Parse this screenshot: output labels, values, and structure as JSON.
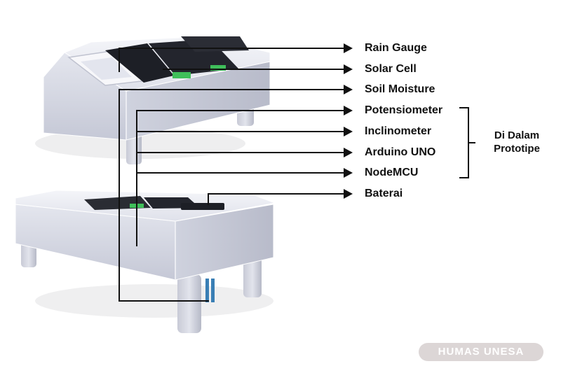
{
  "labels": {
    "rain_gauge": "Rain Gauge",
    "solar_cell": "Solar Cell",
    "soil_moisture": "Soil Moisture",
    "potensiometer": "Potensiometer",
    "inclinometer": "Inclinometer",
    "arduino_uno": "Arduino UNO",
    "nodemcu": "NodeMCU",
    "baterai": "Baterai"
  },
  "group": {
    "line1": "Di Dalam",
    "line2": "Prototipe"
  },
  "watermark": "HUMAS UNESA",
  "colors": {
    "body_metal": "#d9dbe6",
    "body_shadow": "#b9bccb",
    "solar_panel": "#1d1f26",
    "green_module": "#3fbf5a",
    "probe": "#3a7fb5",
    "leader_line": "#111111"
  }
}
